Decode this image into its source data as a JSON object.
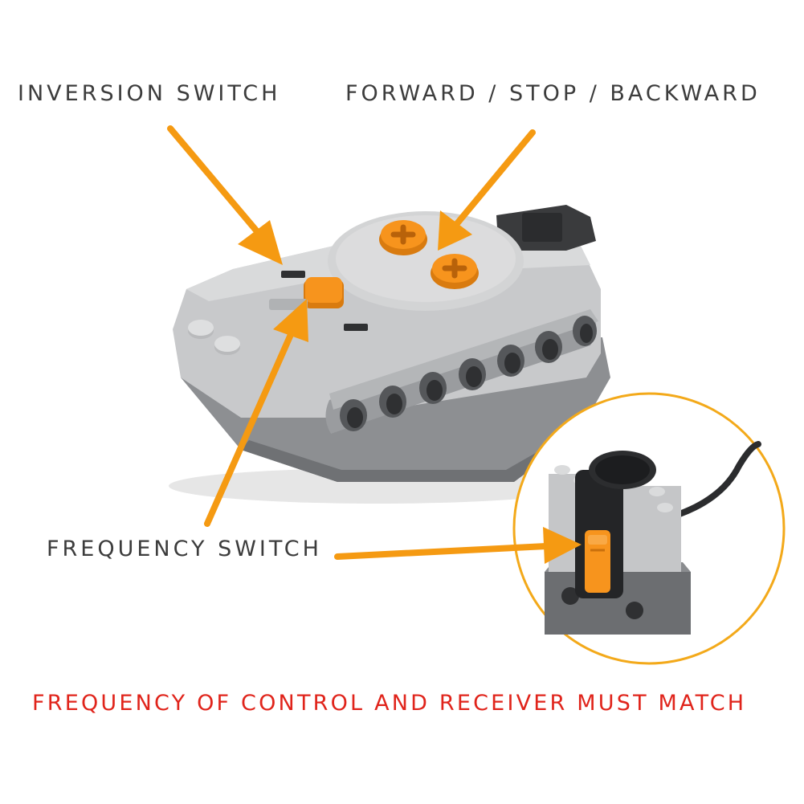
{
  "labels": {
    "inversion_switch": "INVERSION SWITCH",
    "forward_stop_backward": "FORWARD / STOP / BACKWARD",
    "frequency_switch": "FREQUENCY SWITCH",
    "footer_note": "FREQUENCY OF CONTROL AND RECEIVER MUST MATCH"
  },
  "colors": {
    "arrow": "#f59a12",
    "footer_text": "#e0241b",
    "label_text": "#3c3c3c",
    "brick_light": "#c8c9cb",
    "brick_dark": "#8d8f92",
    "accent_orange": "#f7941d",
    "circle_outline": "#f3a91a"
  },
  "icons": {
    "remote": "ir-remote-control-icon",
    "receiver": "ir-receiver-icon"
  }
}
